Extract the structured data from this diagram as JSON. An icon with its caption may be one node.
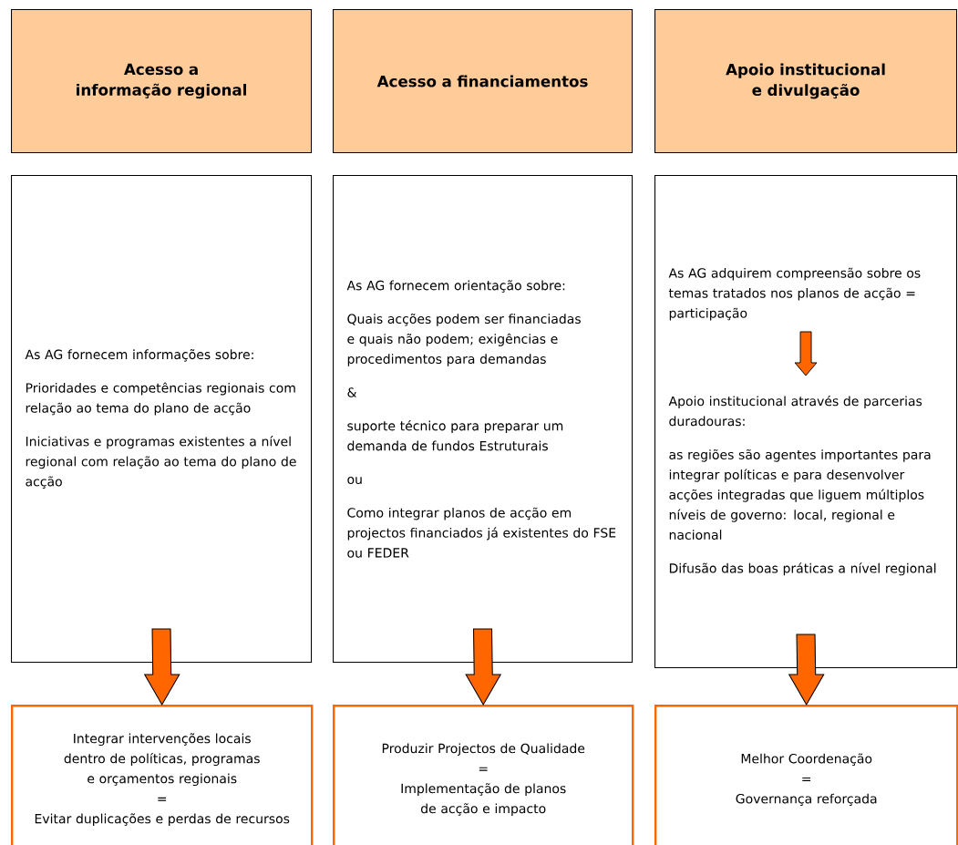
{
  "diagram": {
    "nodes": [
      {
        "text": [
          "Acesso a informação regional"
        ]
      },
      {
        "text": [
          "Acesso a financiamentos"
        ]
      },
      {
        "text": [
          "Apoio institucional e divulgação"
        ]
      },
      {
        "text": [
          "As AG fornecem informações sobre:",
          "Prioridades e competências regionais com relação ao tema do plano de acção",
          "Iniciativas e programas existentes a nível regional com relação ao tema do plano de acção"
        ]
      },
      {
        "text": [
          "As AG fornecem orientação sobre:",
          "Quais acções podem ser financiadas e quais não podem; exigências e procedimentos para demandas",
          "&",
          "suporte técnico para preparar um demanda de fundos Estruturais",
          "ou",
          "Como integrar planos de acção em projectos financiados já existentes do FSE ou FEDER"
        ]
      },
      {
        "text": [
          "As AG adquirem compreensão sobre os temas tratados nos planos de acção = participação",
          "Apoio institucional através de parcerias duradouras:",
          "as regiões são agentes importantes para integrar políticas e para desenvolver acções integradas que liguem múltiplos níveis de governo: local, regional e nacional",
          "Difusão das boas práticas a nível regional"
        ]
      },
      {
        "text": [
          "Integrar intervenções locais dentro de políticas, programas e orçamentos regionais",
          "=",
          "Evitar duplicações e perdas de recursos"
        ]
      },
      {
        "text": [
          "Produzir Projectos de Qualidade",
          "=",
          "Implementação de planos de acção e impacto"
        ]
      },
      {
        "text": [
          "Melhor Coordenação",
          "=",
          "Governança reforçada"
        ]
      }
    ],
    "edges": [
      {
        "from": 3,
        "to": 6,
        "arrow": "to"
      },
      {
        "from": 4,
        "to": 7,
        "arrow": "to"
      },
      {
        "from": 5,
        "to": 8,
        "arrow": "to"
      }
    ]
  }
}
